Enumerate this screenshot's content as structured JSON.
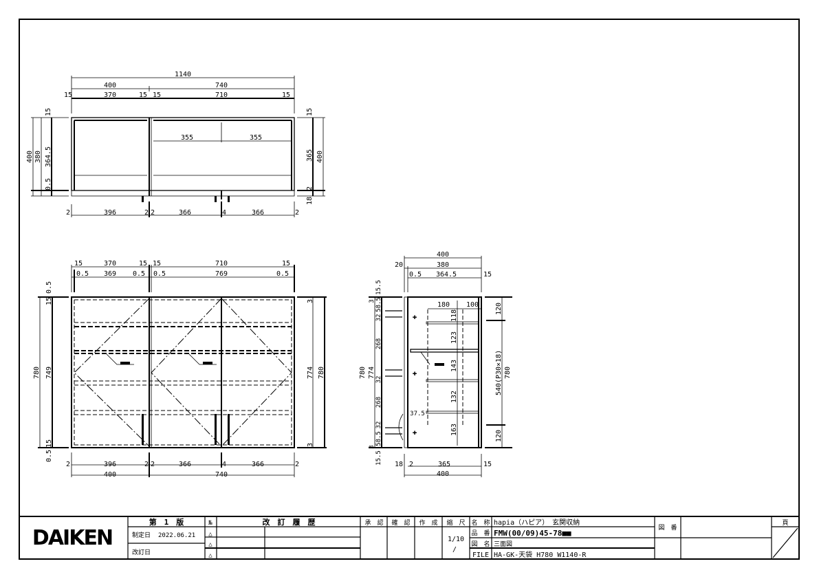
{
  "drawing": {
    "top_view": {
      "dims_top": [
        "1140",
        "400",
        "740",
        "15",
        "370",
        "15",
        "15",
        "710",
        "15"
      ],
      "dims_inner": [
        "355",
        "355"
      ],
      "dims_left": [
        "15",
        "400",
        "380",
        "364.5",
        "0.5"
      ],
      "dims_right": [
        "15",
        "365",
        "400",
        "2",
        "18"
      ],
      "dims_bottom": [
        "2",
        "396",
        "2",
        "2",
        "366",
        "4",
        "366",
        "2"
      ]
    },
    "front_view": {
      "dims_top": [
        "15",
        "370",
        "15",
        "15",
        "710",
        "15"
      ],
      "dims_top2": [
        "0.5",
        "369",
        "0.5",
        "0.5",
        "769",
        "0.5"
      ],
      "dims_left": [
        "0.5",
        "15",
        "780",
        "749",
        "15",
        "0.5"
      ],
      "dims_right": [
        "3",
        "774",
        "780",
        "3"
      ],
      "dims_bottom": [
        "2",
        "396",
        "2",
        "2",
        "366",
        "4",
        "366",
        "2"
      ],
      "dims_bottom2": [
        "400",
        "740"
      ]
    },
    "side_view": {
      "dims_top": [
        "400",
        "20",
        "380",
        "0.5",
        "364.5",
        "15"
      ],
      "dims_left": [
        "15.5",
        "3",
        "58.5",
        "32",
        "268",
        "780",
        "774",
        "32",
        "268",
        "32",
        "58.5",
        "3",
        "15.5"
      ],
      "dims_inner": [
        "180",
        "100",
        "118",
        "123",
        "143",
        "132",
        "163",
        "37.5"
      ],
      "dims_right": [
        "120",
        "540(P30×18)",
        "780",
        "120"
      ],
      "dims_bottom": [
        "18",
        "2",
        "365",
        "15",
        "400"
      ]
    }
  },
  "title_block": {
    "logo": "DAIKEN",
    "edition": "第　1　版",
    "established_label": "制定日",
    "established_date": "2022.06.21",
    "revised_label": "改訂日",
    "no_label": "№",
    "revision_marks": [
      "△",
      "△",
      "△"
    ],
    "revision_history_label": "改　訂　履　歴",
    "approve_label": "承　認",
    "check_label": "確　認",
    "create_label": "作　成",
    "scale_label": "縮　尺",
    "scale_value": "1/10",
    "scale_value2": "/",
    "name_label": "名　称",
    "name_value": "hapia（ハピア）　玄関収納",
    "part_no_label": "品　番",
    "part_no_value": "FMW(00/09)45-78■■",
    "drawing_name_label": "図　名",
    "drawing_name_value": "三面図",
    "file_label": "FILE",
    "file_value": "HA-GK-天袋 H780 W1140-R",
    "drawing_no_label": "図　番",
    "page_label": "頁"
  }
}
